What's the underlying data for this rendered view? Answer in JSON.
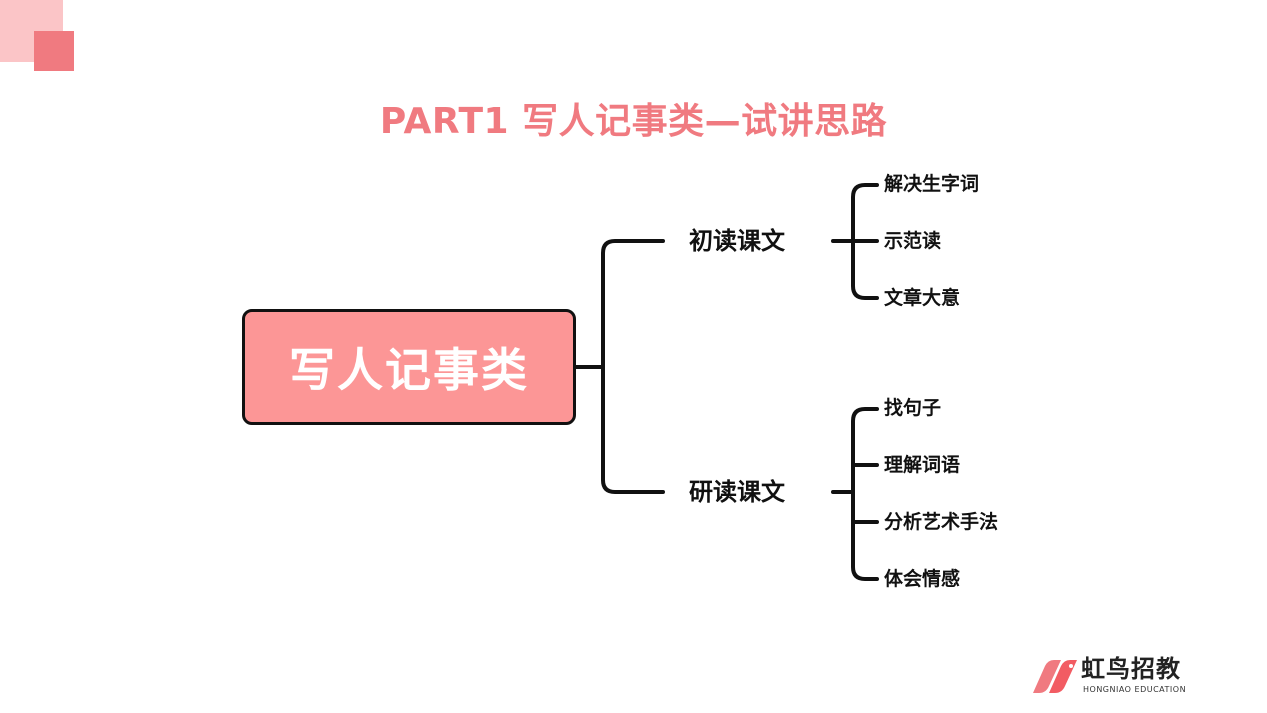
{
  "colors": {
    "accent": "#f07a80",
    "accent_light": "#fbc5c7",
    "root_fill": "#fc9696",
    "line": "#111111"
  },
  "title": "PART1 写人记事类—试讲思路",
  "mindmap": {
    "root": "写人记事类",
    "branches": [
      {
        "label": "初读课文",
        "leaves": [
          "解决生字词",
          "示范读",
          "文章大意"
        ]
      },
      {
        "label": "研读课文",
        "leaves": [
          "找句子",
          "理解词语",
          "分析艺术手法",
          "体会情感"
        ]
      }
    ]
  },
  "logo": {
    "name": "虹鸟招教",
    "subtitle": "HONGNIAO EDUCATION",
    "icon": "hongniao-bird-logo-icon"
  }
}
